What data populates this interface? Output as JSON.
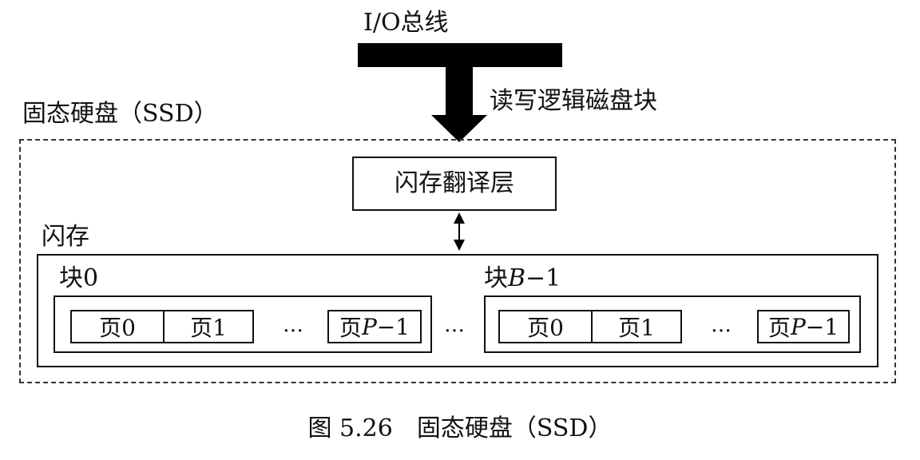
{
  "bus": {
    "label": "I/O总线",
    "arrow_label": "读写逻辑磁盘块"
  },
  "ssd": {
    "label": "固态硬盘（SSD）"
  },
  "ftl": {
    "label": "闪存翻译层"
  },
  "flash": {
    "label": "闪存"
  },
  "blocks": [
    {
      "label": "块0",
      "pages": [
        {
          "label": "页0"
        },
        {
          "label": "页1"
        },
        {
          "label": "…"
        },
        {
          "prefix": "页",
          "var": "P",
          "suffix": "−1"
        }
      ]
    },
    {
      "label_prefix": "块",
      "label_var": "B",
      "label_suffix": "−1",
      "pages": [
        {
          "label": "页0"
        },
        {
          "label": "页1"
        },
        {
          "label": "…"
        },
        {
          "prefix": "页",
          "var": "P",
          "suffix": "−1"
        }
      ]
    }
  ],
  "between_blocks": "…",
  "caption": "图 5.26　固态硬盘（SSD）"
}
